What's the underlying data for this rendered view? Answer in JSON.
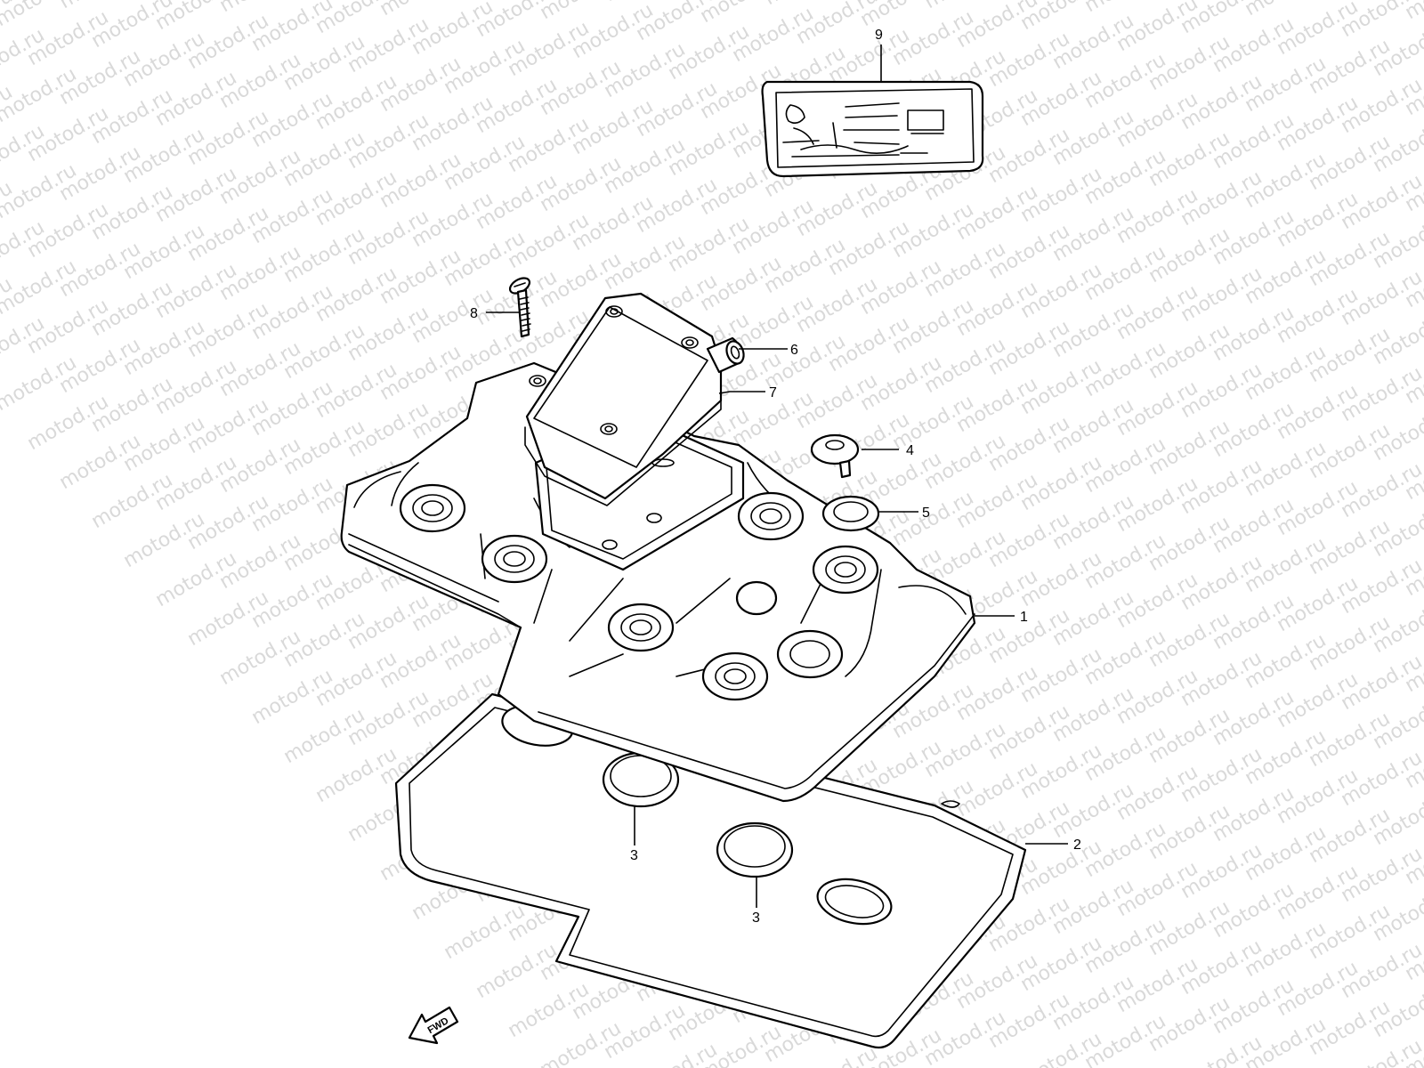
{
  "watermark": {
    "text": "motod.ru"
  },
  "callouts": [
    {
      "id": "label-1",
      "text": "1"
    },
    {
      "id": "label-2",
      "text": "2"
    },
    {
      "id": "label-3a",
      "text": "3"
    },
    {
      "id": "label-3b",
      "text": "3"
    },
    {
      "id": "label-4",
      "text": "4"
    },
    {
      "id": "label-5",
      "text": "5"
    },
    {
      "id": "label-6",
      "text": "6"
    },
    {
      "id": "label-7",
      "text": "7"
    },
    {
      "id": "label-8",
      "text": "8"
    },
    {
      "id": "label-9",
      "text": "9"
    }
  ],
  "forward_arrow": {
    "text": "FWD"
  },
  "colors": {
    "line": "#000000",
    "watermark": "#d9d9d9",
    "background": "#ffffff"
  }
}
